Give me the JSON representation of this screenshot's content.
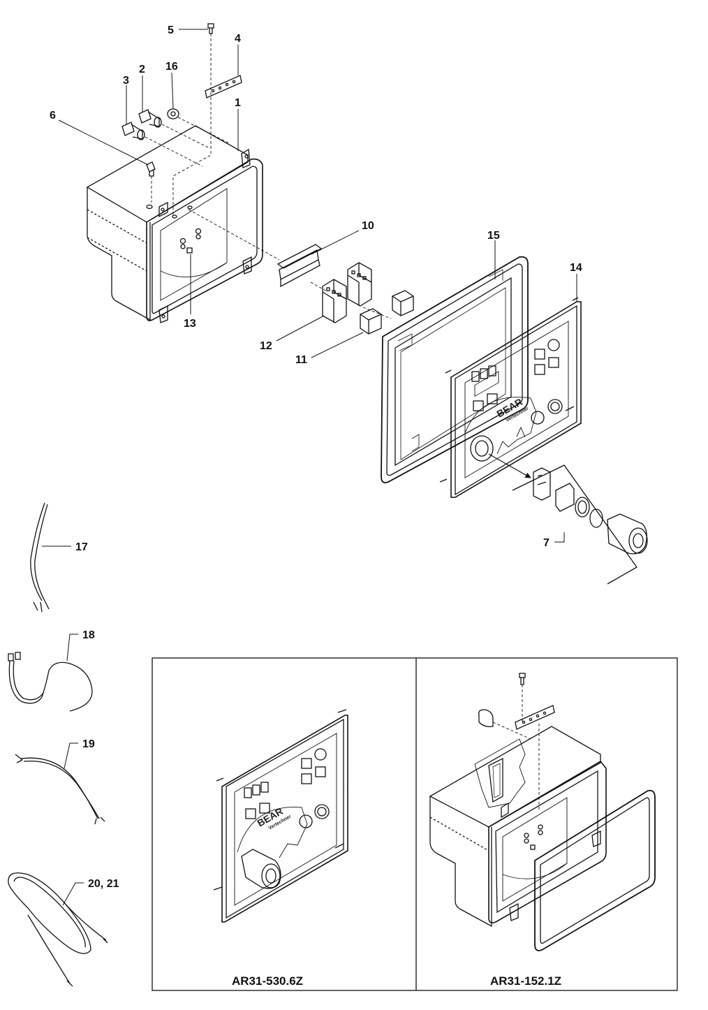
{
  "diagram": {
    "callouts": [
      {
        "id": "c1",
        "text": "1"
      },
      {
        "id": "c2",
        "text": "2"
      },
      {
        "id": "c3",
        "text": "3"
      },
      {
        "id": "c4",
        "text": "4"
      },
      {
        "id": "c5",
        "text": "5"
      },
      {
        "id": "c6",
        "text": "6"
      },
      {
        "id": "c7",
        "text": "7"
      },
      {
        "id": "c10",
        "text": "10"
      },
      {
        "id": "c11",
        "text": "11"
      },
      {
        "id": "c12",
        "text": "12"
      },
      {
        "id": "c13",
        "text": "13"
      },
      {
        "id": "c14",
        "text": "14"
      },
      {
        "id": "c15",
        "text": "15"
      },
      {
        "id": "c16",
        "text": "16"
      },
      {
        "id": "c17",
        "text": "17"
      },
      {
        "id": "c18",
        "text": "18"
      },
      {
        "id": "c19",
        "text": "19"
      },
      {
        "id": "c20",
        "text": "20, 21"
      }
    ],
    "panel_brand": "BEAR",
    "panel_sub": "Vertechner",
    "variants": [
      {
        "label": "AR31-530.6Z"
      },
      {
        "label": "AR31-152.1Z"
      }
    ]
  }
}
